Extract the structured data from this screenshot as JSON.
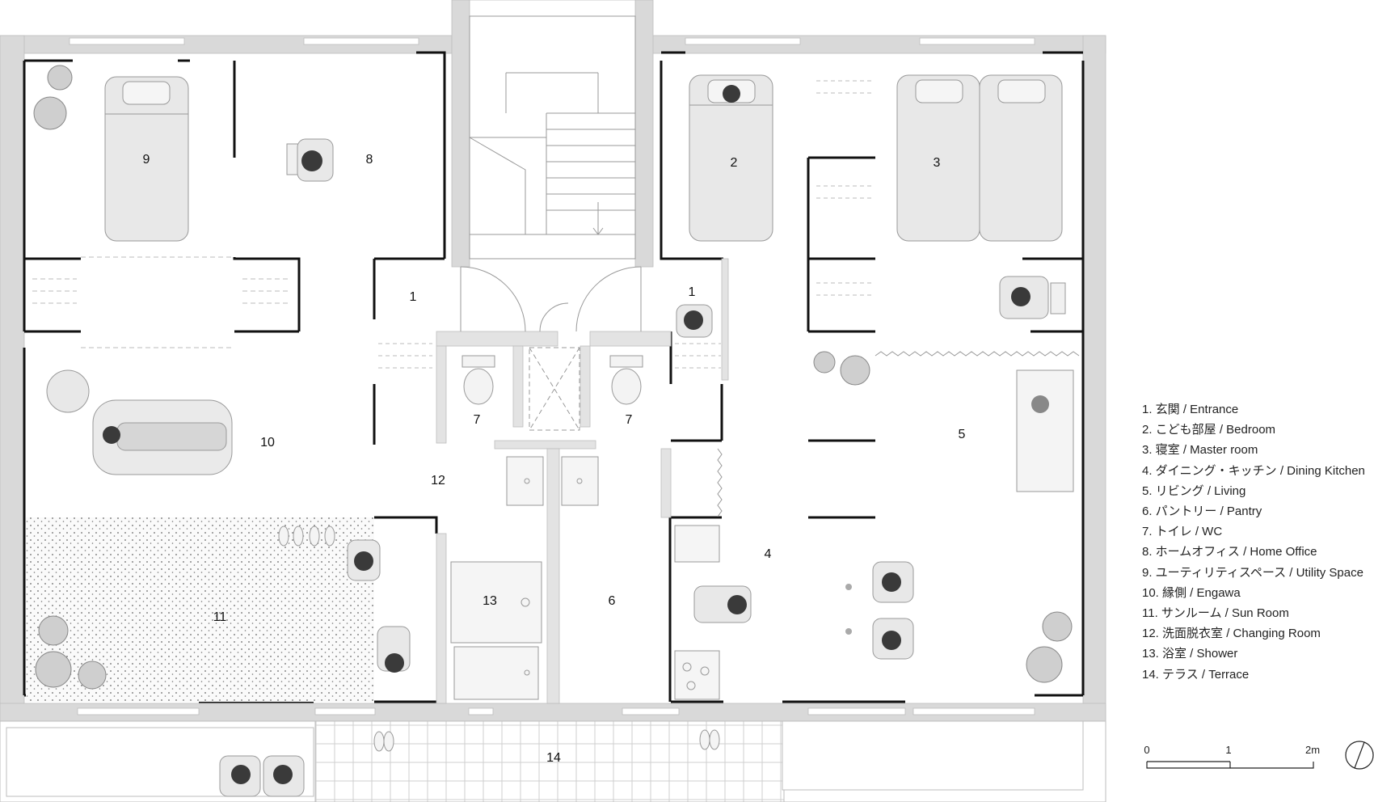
{
  "rooms": {
    "r1a": "1",
    "r1b": "1",
    "r2": "2",
    "r3": "3",
    "r4": "4",
    "r5": "5",
    "r6": "6",
    "r7a": "7",
    "r7b": "7",
    "r8": "8",
    "r9": "9",
    "r10": "10",
    "r11": "11",
    "r12": "12",
    "r13": "13",
    "r14": "14"
  },
  "legend": [
    "1. 玄関 / Entrance",
    "2. こども部屋 / Bedroom",
    "3. 寝室 / Master room",
    "4. ダイニング・キッチン / Dining Kitchen",
    "5. リビング / Living",
    "6. パントリー / Pantry",
    "7. トイレ / WC",
    "8. ホームオフィス / Home Office",
    "9. ユーティリティスペース / Utility Space",
    "10. 縁側 / Engawa",
    "11. サンルーム / Sun Room",
    "12. 洗面脱衣室 / Changing Room",
    "13. 浴室 / Shower",
    "14. テラス / Terrace"
  ],
  "scale": {
    "tick0": "0",
    "tick1": "1",
    "tick2": "2m"
  },
  "colors": {
    "wall": "#d9d9d9",
    "wall_dark": "#111111",
    "furniture": "#e8e8e8",
    "person": "#3a3a3a",
    "plant": "#cfcfcf",
    "sunroom": "#f3f3f3"
  }
}
